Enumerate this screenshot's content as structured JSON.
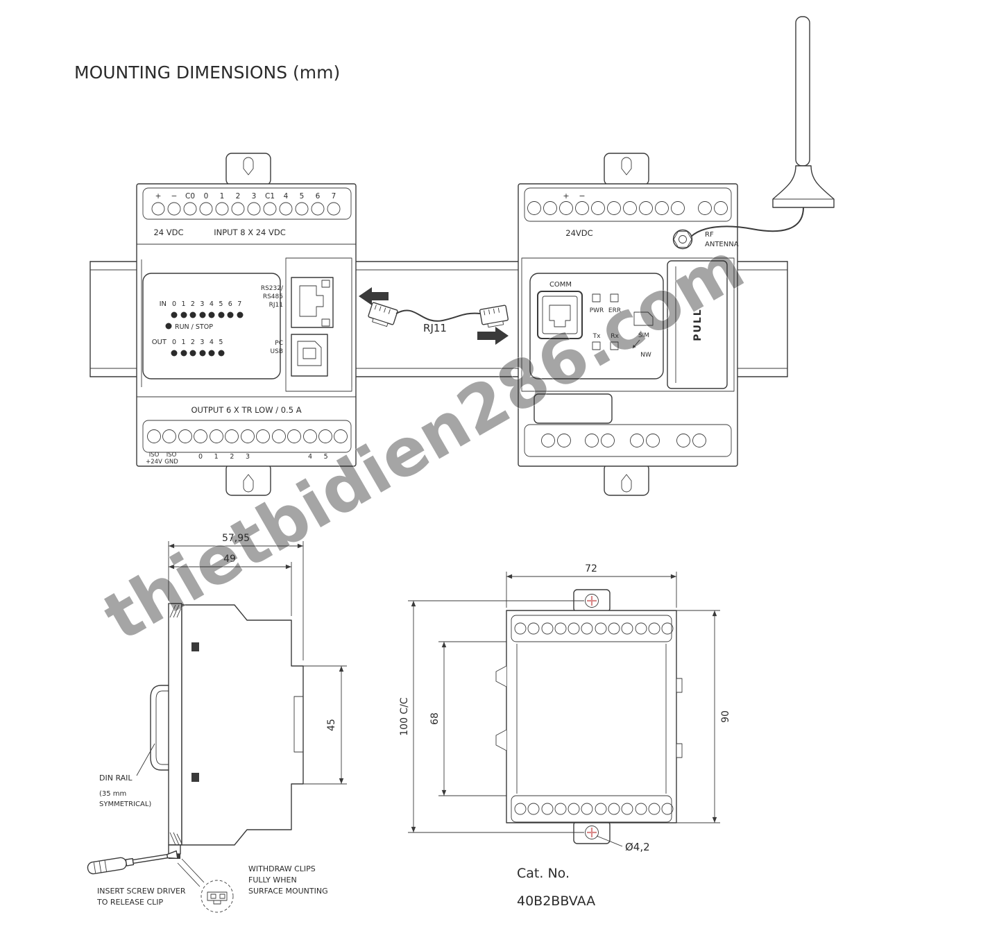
{
  "title": "MOUNTING DIMENSIONS (mm)",
  "watermark": "thietbidien286.com",
  "colors": {
    "line": "#3a3a3a",
    "screw_cross": "#d98a8a",
    "watermark": "#83888c"
  },
  "plc": {
    "top_terminals": [
      "+",
      "−",
      "C0",
      "0",
      "1",
      "2",
      "3",
      "C1",
      "4",
      "5",
      "6",
      "7"
    ],
    "power_label": "24 VDC",
    "input_label": "INPUT 8 X 24 VDC",
    "in_label": "IN",
    "in_numbers": "0 1 2 3 4 5 6 7",
    "run_stop_label": "RUN / STOP",
    "out_label": "OUT",
    "out_numbers": "0 1 2 3 4 5",
    "serial_line1": "RS232/",
    "serial_line2": "RS485",
    "serial_line3": "RJ11",
    "usb_line1": "PC",
    "usb_line2": "USB",
    "output_label": "OUTPUT 6 X TR LOW / 0.5 A",
    "iso_plus_line1": "ISO",
    "iso_plus_line2": "+24V",
    "iso_gnd_line1": "ISO",
    "iso_gnd_line2": "GND",
    "bottom_numbers_a": "0 1 2 3",
    "bottom_numbers_b": "4 5"
  },
  "cable": {
    "label": "RJ11"
  },
  "gsm": {
    "plus": "+",
    "minus": "−",
    "power_label": "24VDC",
    "rf_line1": "RF",
    "rf_line2": "ANTENNA",
    "comm_label": "COMM",
    "pwr_label": "PWR",
    "err_label": "ERR",
    "tx_label": "Tx",
    "rx_label": "Rx",
    "sim_label": "SIM",
    "nw_label": "NW",
    "pull_label": "PULL"
  },
  "side_view": {
    "dim_total_depth": "57,95",
    "dim_body_depth": "49",
    "dim_terminal_height": "45",
    "din_rail_line1": "DIN RAIL",
    "din_rail_line2": "(35 mm",
    "din_rail_line3": "SYMMETRICAL)",
    "insert_line1": "INSERT SCREW DRIVER",
    "insert_line2": "TO RELEASE CLIP",
    "withdraw_line1": "WITHDRAW CLIPS",
    "withdraw_line2": "FULLY WHEN",
    "withdraw_line3": "SURFACE MOUNTING"
  },
  "front_view": {
    "dim_width": "72",
    "dim_mounting_cc": "100 C/C",
    "dim_inner_height": "68",
    "dim_body_height": "90",
    "dim_hole_dia": "Ø4,2"
  },
  "footer": {
    "cat_label": "Cat. No.",
    "cat_value": "40B2BBVAA"
  }
}
